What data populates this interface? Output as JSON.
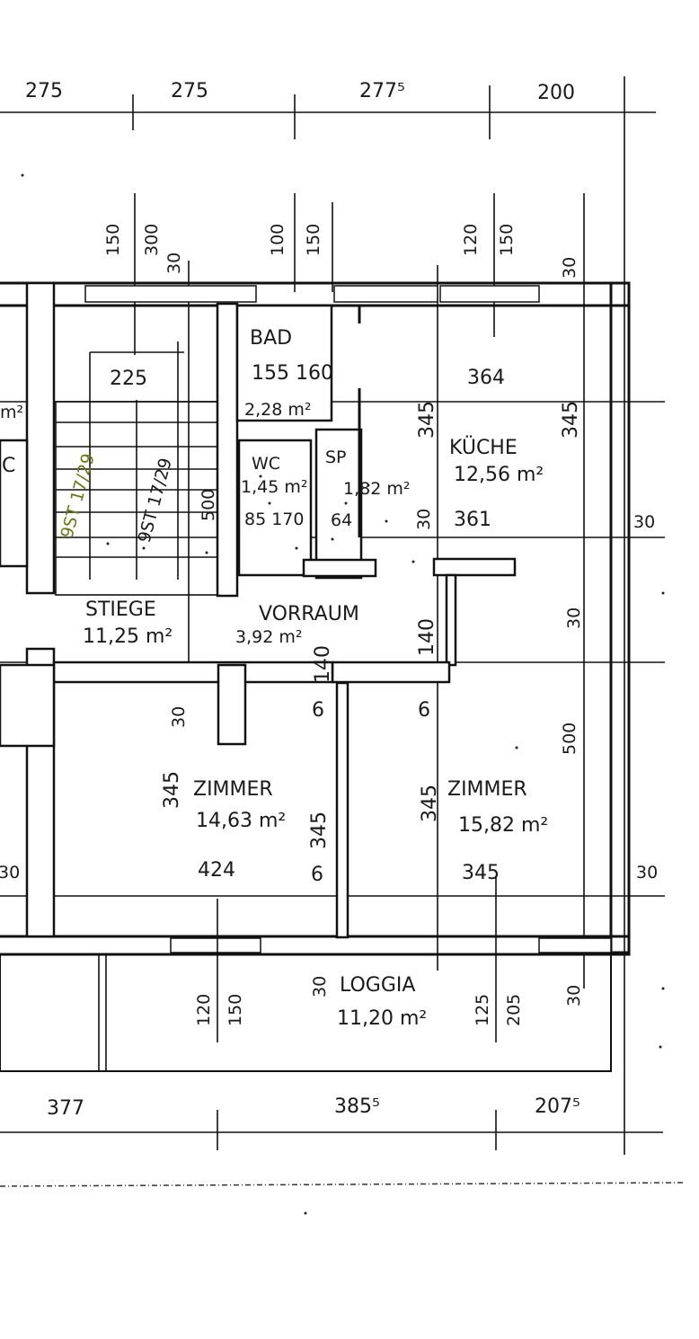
{
  "plan": {
    "top_dimensions": [
      "275",
      "275",
      "277⁵",
      "200"
    ],
    "bottom_dimensions": [
      "377",
      "385⁵",
      "207⁵"
    ],
    "top_vertical_dims": [
      "150",
      "300",
      "30",
      "100",
      "150",
      "120",
      "150",
      "30"
    ],
    "bottom_vertical_dims": [
      "120",
      "150",
      "30",
      "125",
      "205",
      "30"
    ],
    "side_dims": [
      "30",
      "30",
      "30",
      "30"
    ],
    "stair": {
      "width": "225",
      "steps_left": "9ST 17/29",
      "steps_right": "9ST 17/29",
      "length": "500"
    },
    "rooms": {
      "bad": {
        "name": "BAD",
        "dims": "155 160",
        "area": "2,28 m²"
      },
      "wc": {
        "name": "WC",
        "area": "1,45 m²",
        "dims": "85 170"
      },
      "sp": {
        "name": "SP",
        "area": "1,82 m²",
        "dims": "64"
      },
      "kueche": {
        "name": "KÜCHE",
        "area": "12,56 m²",
        "width_top": "364",
        "width_bottom": "361",
        "height_left": "345",
        "height_right": "345",
        "sill": "30"
      },
      "stiege": {
        "name": "STIEGE",
        "area": "11,25 m²"
      },
      "vorraum": {
        "name": "VORRAUM",
        "area": "3,92 m²",
        "dim_a": "140",
        "dim_b": "140"
      },
      "zimmer1": {
        "name": "ZIMMER",
        "area": "14,63 m²",
        "width": "424",
        "height_left": "345",
        "height_right": "345",
        "six_a": "6",
        "six_b": "6",
        "sill": "30"
      },
      "zimmer2": {
        "name": "ZIMMER",
        "area": "15,82 m²",
        "width": "345",
        "height": "345",
        "six": "6",
        "length": "500",
        "sill": "30"
      },
      "loggia": {
        "name": "LOGGIA",
        "area": "11,20 m²"
      }
    },
    "left_fragments": [
      "C",
      "m²"
    ]
  }
}
